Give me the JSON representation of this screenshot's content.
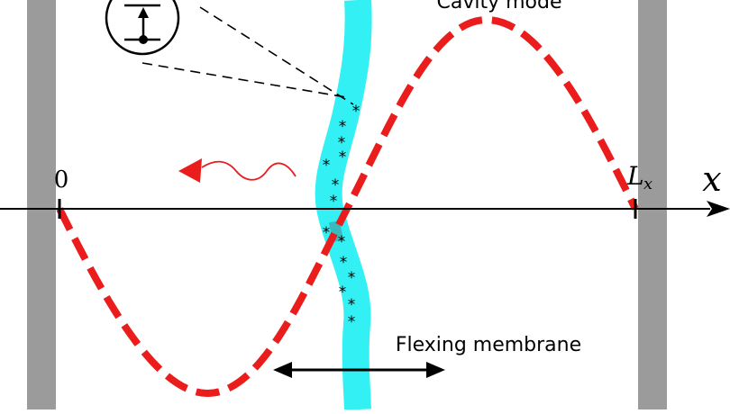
{
  "labels": {
    "cavity_mode": "Cavity mode",
    "flexing_membrane": "Flexing membrane",
    "origin": "0",
    "x_axis": "x",
    "lx_main": "L",
    "lx_sub": "x"
  },
  "colors": {
    "wall": "#9b9b9b",
    "membrane": "#33f0f4",
    "cavity_mode": "#ea1c1c",
    "axis": "#000000",
    "emitter_atoms": "#000000"
  },
  "icons": {
    "atom_inset": "two-level-atom-icon",
    "emission_arrow": "wavy-arrow-icon"
  }
}
